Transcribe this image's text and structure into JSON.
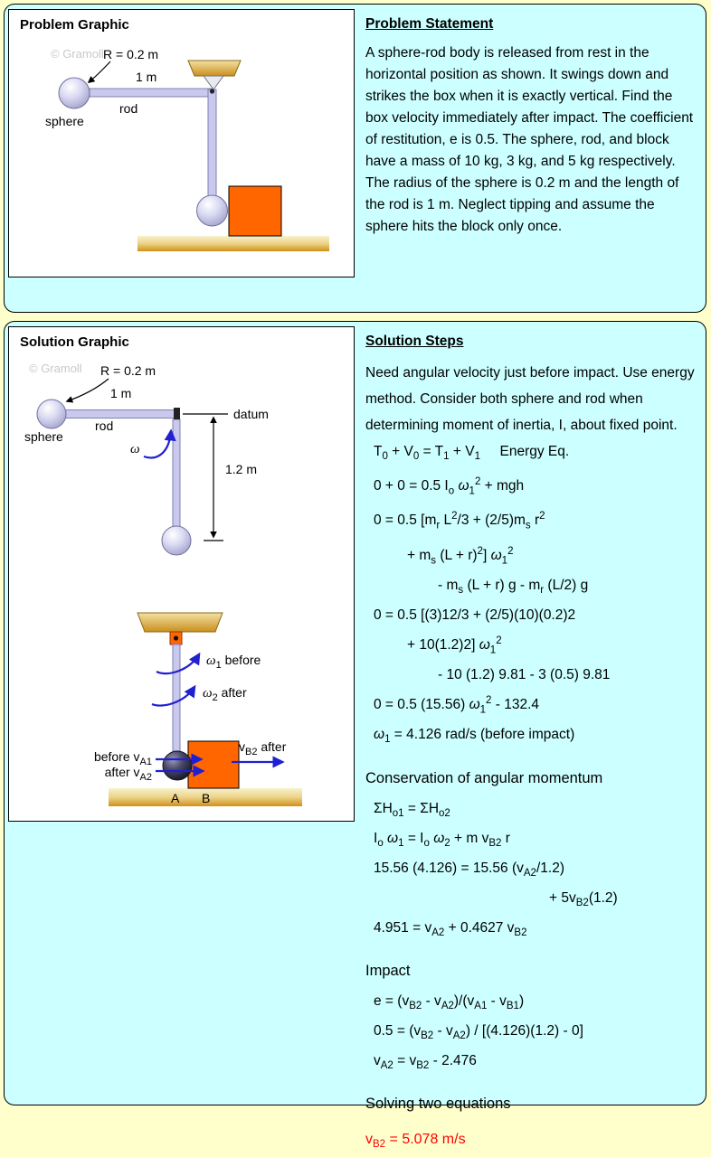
{
  "problem": {
    "graphic_title": "Problem Graphic",
    "statement": {
      "title": "Problem Statement",
      "text": "A sphere-rod body is released from rest in the horizontal position as shown. It swings down and strikes the box when it is exactly vertical. Find the box velocity immediately after impact. The coefficient of restitution, e is 0.5. The sphere, rod, and block have a mass of 10 kg, 3 kg, and 5 kg respectively. The radius of the sphere is 0.2 m and the length of the rod is 1 m.  Neglect tipping and assume the sphere hits the block only once."
    },
    "graphic": {
      "watermark": "© Gramoll",
      "radius_label": "R =  0.2 m",
      "length_label": "1 m",
      "rod_label": "rod",
      "sphere_label": "sphere"
    }
  },
  "solution": {
    "graphic_title": "Solution Graphic",
    "steps_title": "Solution Steps",
    "graphic": {
      "watermark": "© Gramoll",
      "radius_label": "R =  0.2 m",
      "length_label": "1 m",
      "rod_label": "rod",
      "sphere_label": "sphere",
      "datum_label": "datum",
      "omega_label": "ω",
      "height_label": "1.2 m",
      "omega1": {
        "sym": "ω",
        "sub": "1",
        "rest": " before"
      },
      "omega2": {
        "sym": "ω",
        "sub": "2",
        "rest": " after"
      },
      "va1": {
        "pre": "before v",
        "sub": "A1"
      },
      "va2": {
        "pre": "after v",
        "sub": "A2"
      },
      "vb2": {
        "pre": "v",
        "sub": "B2",
        "rest": " after"
      },
      "point_a": "A",
      "point_b": "B"
    },
    "intro": "Need angular velocity just before impact. Use energy method.  Consider both sphere and rod when determining moment of inertia, I, about fixed point.",
    "energy_eqs": [
      "T<sub>0</sub> + V<sub>0</sub> = T<sub>1</sub> + V<sub>1</sub> &nbsp;&nbsp;&nbsp;&nbsp;Energy Eq.",
      "0 + 0 = 0.5 I<sub>o</sub> <i>ω</i><sub>1</sub><sup>2</sup> + mgh",
      "0 = 0.5 [m<sub>r</sub> L<sup>2</sup>/3 + (2/5)m<sub>s</sub> r<sup>2</sup>",
      "+ m<sub>s</sub> (L + r)<sup>2</sup>] <i>ω</i><sub>1</sub><sup>2</sup>",
      "- m<sub>s</sub> (L + r) g - m<sub>r</sub> (L/2) g",
      "0 = 0.5 [(3)12/3 + (2/5)(10)(0.2)2",
      "+ 10(1.2)2] <i>ω</i><sub>1</sub><sup>2</sup>",
      "- 10 (1.2) 9.81 - 3 (0.5) 9.81",
      "0 = 0.5 (15.56) <i>ω</i><sub>1</sub><sup>2</sup> - 132.4",
      "<i>ω</i><sub>1</sub> = 4.126 rad/s (before impact)"
    ],
    "momentum_title": "Conservation of angular momentum",
    "momentum_eqs": [
      "ΣH<sub>o1</sub> = ΣH<sub>o2</sub>",
      "I<sub>o</sub> <i>ω</i><sub>1</sub> = I<sub>o</sub> <i>ω</i><sub>2</sub> + m v<sub>B2</sub> r",
      "15.56 (4.126) = 15.56 (v<sub>A2</sub>/1.2)",
      "+ 5v<sub>B2</sub>(1.2)",
      "4.951 = v<sub>A2</sub> + 0.4627 v<sub>B2</sub>"
    ],
    "impact_title": "Impact",
    "impact_eqs": [
      "e = (v<sub>B2</sub> - v<sub>A2</sub>)/(v<sub>A1</sub> - v<sub>B1</sub>)",
      "0.5 = (v<sub>B2</sub> - v<sub>A2</sub>) / [(4.126)(1.2) - 0]",
      "v<sub>A2</sub> = v<sub>B2</sub> - 2.476"
    ],
    "solving_title": "Solving two equations",
    "result": "v<sub>B2</sub> = 5.078 m/s"
  }
}
